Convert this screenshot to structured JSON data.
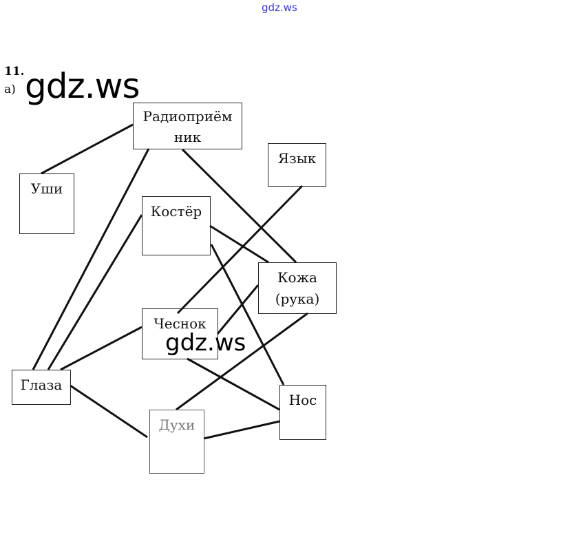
{
  "watermarks": {
    "top": "gdz.ws",
    "big": "gdz.ws",
    "mid": "gdz.ws"
  },
  "task": {
    "number": "11.",
    "part": "а)"
  },
  "nodes": {
    "radio": "Радиоприём ник",
    "tongue": "Язык",
    "ears": "Уши",
    "fire": "Костёр",
    "skin": "Кожа (рука)",
    "garlic": "Чеснок",
    "eyes": "Глаза",
    "nose": "Нос",
    "perfume": "Духи"
  },
  "edges": [
    [
      "ears",
      "radio"
    ],
    [
      "radio",
      "eyes"
    ],
    [
      "radio",
      "skin"
    ],
    [
      "tongue",
      "garlic"
    ],
    [
      "fire",
      "eyes"
    ],
    [
      "fire",
      "skin"
    ],
    [
      "fire",
      "nose"
    ],
    [
      "skin",
      "garlic"
    ],
    [
      "garlic",
      "eyes"
    ],
    [
      "garlic",
      "nose"
    ],
    [
      "skin",
      "perfume"
    ],
    [
      "eyes",
      "perfume"
    ],
    [
      "perfume",
      "nose"
    ]
  ]
}
